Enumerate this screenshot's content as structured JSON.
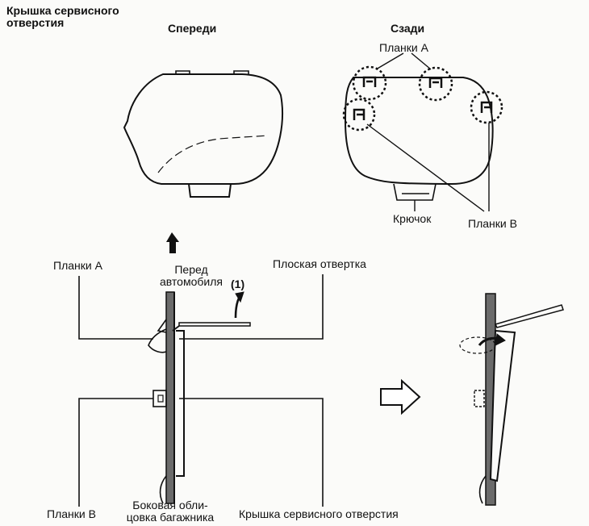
{
  "header": {
    "title_line1": "Крышка сервисного",
    "title_line2": "отверстия"
  },
  "views": {
    "front_label": "Спереди",
    "rear_label": "Сзади",
    "clip_letter_a": "A",
    "clip_letter_b": "B"
  },
  "callouts": {
    "tabs_a_top": "Планки A",
    "hook": "Крючок",
    "tabs_b_right": "Планки B",
    "tabs_a_left": "Планки A",
    "vehicle_front_line1": "Перед",
    "vehicle_front_line2": "автомобиля",
    "step_number": "(1)",
    "flat_screwdriver": "Плоская отвертка",
    "tabs_b_bottom": "Планки B",
    "trunk_trim_line1": "Боковая обли-",
    "trunk_trim_line2": "цовка багажника",
    "service_cover_bottom": "Крышка сервисного отверстия"
  }
}
